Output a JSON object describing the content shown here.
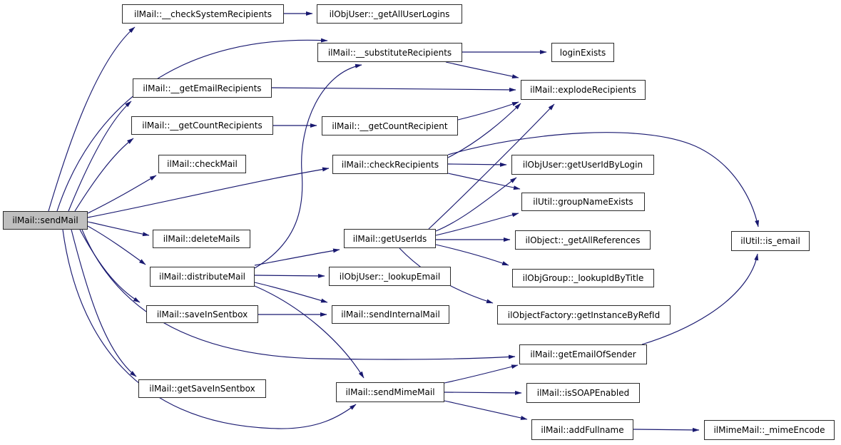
{
  "diagram": {
    "type": "call-graph",
    "title": "ilMail::sendMail call graph",
    "background": "#ffffff",
    "edge_color": "#191970",
    "node_fill": "#ffffff",
    "node_border": "#2b2b2b",
    "root_fill": "#bfbfbf"
  },
  "nodes": [
    {
      "id": "sendMail",
      "label": "ilMail::sendMail",
      "root": true
    },
    {
      "id": "checkSystemRecipients",
      "label": "ilMail::__checkSystemRecipients"
    },
    {
      "id": "getAllUserLogins",
      "label": "ilObjUser::_getAllUserLogins"
    },
    {
      "id": "substituteRecipients",
      "label": "ilMail::__substituteRecipients"
    },
    {
      "id": "loginExists",
      "label": "loginExists"
    },
    {
      "id": "getEmailRecipients",
      "label": "ilMail::__getEmailRecipients"
    },
    {
      "id": "explodeRecipients",
      "label": "ilMail::explodeRecipients"
    },
    {
      "id": "getCountRecipients",
      "label": "ilMail::__getCountRecipients"
    },
    {
      "id": "getCountRecipient",
      "label": "ilMail::__getCountRecipient"
    },
    {
      "id": "checkMail",
      "label": "ilMail::checkMail"
    },
    {
      "id": "checkRecipients",
      "label": "ilMail::checkRecipients"
    },
    {
      "id": "getUserIdByLogin",
      "label": "ilObjUser::getUserIdByLogin"
    },
    {
      "id": "groupNameExists",
      "label": "ilUtil::groupNameExists"
    },
    {
      "id": "deleteMails",
      "label": "ilMail::deleteMails"
    },
    {
      "id": "getUserIds",
      "label": "ilMail::getUserIds"
    },
    {
      "id": "getAllReferences",
      "label": "ilObject::_getAllReferences"
    },
    {
      "id": "isEmail",
      "label": "ilUtil::is_email"
    },
    {
      "id": "distributeMail",
      "label": "ilMail::distributeMail"
    },
    {
      "id": "lookupEmail",
      "label": "ilObjUser::_lookupEmail"
    },
    {
      "id": "lookupIdByTitle",
      "label": "ilObjGroup::_lookupIdByTitle"
    },
    {
      "id": "saveInSentbox",
      "label": "ilMail::saveInSentbox"
    },
    {
      "id": "sendInternalMail",
      "label": "ilMail::sendInternalMail"
    },
    {
      "id": "getInstanceByRefId",
      "label": "ilObjectFactory::getInstanceByRefId"
    },
    {
      "id": "getEmailOfSender",
      "label": "ilMail::getEmailOfSender"
    },
    {
      "id": "getSaveInSentbox",
      "label": "ilMail::getSaveInSentbox"
    },
    {
      "id": "sendMimeMail",
      "label": "ilMail::sendMimeMail"
    },
    {
      "id": "isSOAPEnabled",
      "label": "ilMail::isSOAPEnabled"
    },
    {
      "id": "addFullname",
      "label": "ilMail::addFullname"
    },
    {
      "id": "mimeEncode",
      "label": "ilMimeMail::_mimeEncode"
    }
  ],
  "edges": [
    {
      "from": "ilMail::sendMail",
      "to": "ilMail::__checkSystemRecipients"
    },
    {
      "from": "ilMail::sendMail",
      "to": "ilMail::__substituteRecipients"
    },
    {
      "from": "ilMail::sendMail",
      "to": "ilMail::__getEmailRecipients"
    },
    {
      "from": "ilMail::sendMail",
      "to": "ilMail::__getCountRecipients"
    },
    {
      "from": "ilMail::sendMail",
      "to": "ilMail::checkMail"
    },
    {
      "from": "ilMail::sendMail",
      "to": "ilMail::checkRecipients"
    },
    {
      "from": "ilMail::sendMail",
      "to": "ilMail::deleteMails"
    },
    {
      "from": "ilMail::sendMail",
      "to": "ilMail::distributeMail"
    },
    {
      "from": "ilMail::sendMail",
      "to": "ilMail::saveInSentbox"
    },
    {
      "from": "ilMail::sendMail",
      "to": "ilMail::getSaveInSentbox"
    },
    {
      "from": "ilMail::sendMail",
      "to": "ilMail::getEmailOfSender"
    },
    {
      "from": "ilMail::sendMail",
      "to": "ilMail::sendMimeMail"
    },
    {
      "from": "ilMail::__checkSystemRecipients",
      "to": "ilObjUser::_getAllUserLogins"
    },
    {
      "from": "ilMail::__substituteRecipients",
      "to": "loginExists"
    },
    {
      "from": "ilMail::__substituteRecipients",
      "to": "ilMail::explodeRecipients"
    },
    {
      "from": "ilMail::__getEmailRecipients",
      "to": "ilMail::explodeRecipients"
    },
    {
      "from": "ilMail::__getCountRecipients",
      "to": "ilMail::__getCountRecipient"
    },
    {
      "from": "ilMail::__getCountRecipient",
      "to": "ilMail::explodeRecipients"
    },
    {
      "from": "ilMail::checkRecipients",
      "to": "ilObjUser::getUserIdByLogin"
    },
    {
      "from": "ilMail::checkRecipients",
      "to": "ilMail::explodeRecipients"
    },
    {
      "from": "ilMail::checkRecipients",
      "to": "ilUtil::groupNameExists"
    },
    {
      "from": "ilMail::checkRecipients",
      "to": "ilUtil::is_email"
    },
    {
      "from": "ilMail::getUserIds",
      "to": "ilMail::explodeRecipients"
    },
    {
      "from": "ilMail::getUserIds",
      "to": "ilObjUser::getUserIdByLogin"
    },
    {
      "from": "ilMail::getUserIds",
      "to": "ilUtil::groupNameExists"
    },
    {
      "from": "ilMail::getUserIds",
      "to": "ilObject::_getAllReferences"
    },
    {
      "from": "ilMail::getUserIds",
      "to": "ilObjGroup::_lookupIdByTitle"
    },
    {
      "from": "ilMail::getUserIds",
      "to": "ilObjectFactory::getInstanceByRefId"
    },
    {
      "from": "ilMail::distributeMail",
      "to": "ilMail::__substituteRecipients"
    },
    {
      "from": "ilMail::distributeMail",
      "to": "ilMail::getUserIds"
    },
    {
      "from": "ilMail::distributeMail",
      "to": "ilObjUser::_lookupEmail"
    },
    {
      "from": "ilMail::distributeMail",
      "to": "ilMail::sendInternalMail"
    },
    {
      "from": "ilMail::distributeMail",
      "to": "ilMail::sendMimeMail"
    },
    {
      "from": "ilMail::saveInSentbox",
      "to": "ilMail::sendInternalMail"
    },
    {
      "from": "ilMail::sendMimeMail",
      "to": "ilMail::getEmailOfSender"
    },
    {
      "from": "ilMail::sendMimeMail",
      "to": "ilMail::isSOAPEnabled"
    },
    {
      "from": "ilMail::sendMimeMail",
      "to": "ilMail::addFullname"
    },
    {
      "from": "ilMail::addFullname",
      "to": "ilMimeMail::_mimeEncode"
    },
    {
      "from": "ilMail::getEmailOfSender",
      "to": "ilUtil::is_email"
    }
  ]
}
